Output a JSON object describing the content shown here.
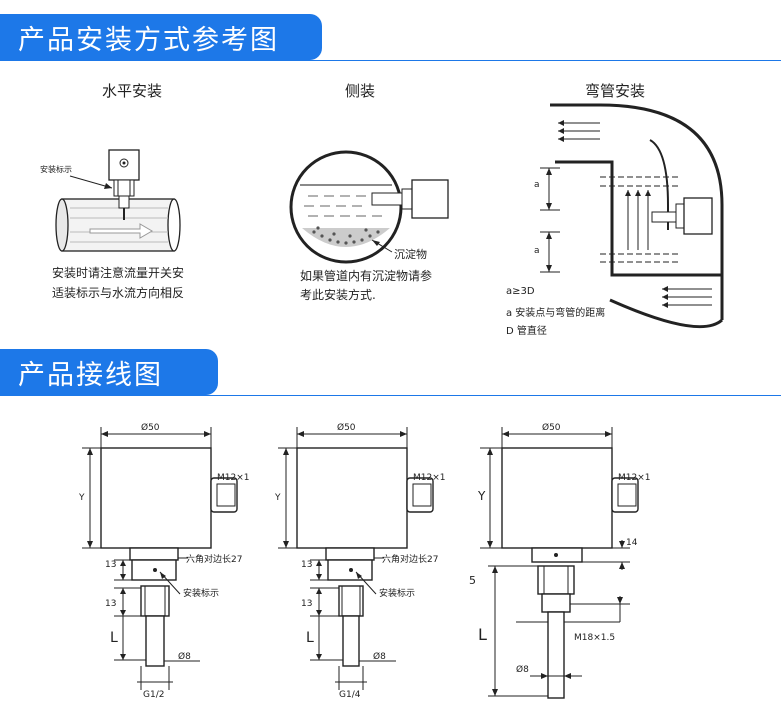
{
  "section1": {
    "title": "产品安装方式参考图"
  },
  "section2": {
    "title": "产品接线图"
  },
  "install": {
    "horizontal": {
      "title": "水平安装",
      "marker_label": "安装标示",
      "note_line1": "安装时请注意流量开关安",
      "note_line2": "适装标示与水流方向相反"
    },
    "side": {
      "title": "侧装",
      "sediment_label": "沉淀物",
      "note_line1": "如果管道内有沉淀物请参",
      "note_line2": "考此安装方式."
    },
    "elbow": {
      "title": "弯管安装",
      "dim_a": "a",
      "legend1": "a≥3D",
      "legend2": "a 安装点与弯管的距离",
      "legend3": "D 管直径"
    }
  },
  "wiring": {
    "d1": {
      "dia": "Ø50",
      "y": "Y",
      "conn": "M12×1",
      "h13a": "13",
      "hex": "六角对边长27",
      "marker": "安装标示",
      "h13b": "13",
      "l": "L",
      "dia8": "Ø8",
      "thread": "G1/2"
    },
    "d2": {
      "dia": "Ø50",
      "y": "Y",
      "conn": "M12×1",
      "h13a": "13",
      "hex": "六角对边长27",
      "marker": "安装标示",
      "h13b": "13",
      "l": "L",
      "dia8": "Ø8",
      "thread": "G1/4"
    },
    "d3": {
      "dia": "Ø50",
      "y": "Y",
      "conn": "M12×1",
      "h14": "14",
      "h5": "5",
      "l": "L",
      "thread": "M18×1.5",
      "dia8": "Ø8"
    }
  }
}
